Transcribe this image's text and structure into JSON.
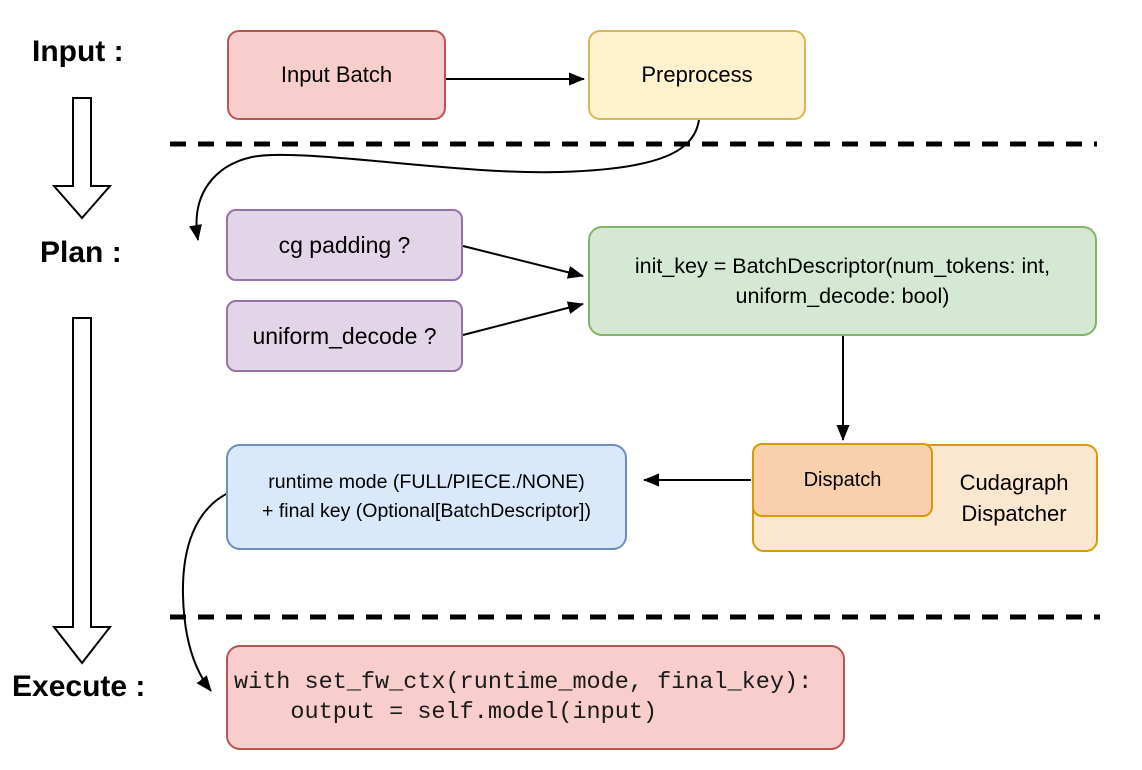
{
  "diagram": {
    "stage_labels": {
      "input": "Input :",
      "plan": "Plan :",
      "execute": "Execute :"
    },
    "nodes": {
      "input_batch": {
        "label": "Input Batch"
      },
      "preprocess": {
        "label": "Preprocess"
      },
      "cg_padding": {
        "label": "cg padding ?"
      },
      "uniform_decode": {
        "label": "uniform_decode ?"
      },
      "init_key": {
        "line1": "init_key = BatchDescriptor(num_tokens: int,",
        "line2": "uniform_decode: bool)"
      },
      "dispatch": {
        "label": "Dispatch"
      },
      "cudagraph_dispatcher": {
        "line1": "Cudagraph",
        "line2": "Dispatcher"
      },
      "runtime_mode": {
        "line1": "runtime mode (FULL/PIECE./NONE)",
        "line2": "+ final key (Optional[BatchDescriptor])"
      },
      "execute_code": {
        "line1": "with set_fw_ctx(runtime_mode, final_key):",
        "line2": "    output = self.model(input)"
      }
    },
    "colors": {
      "red_fill": "#F8CECC",
      "red_stroke": "#B85450",
      "yellow_fill": "#FFF2CC",
      "yellow_stroke": "#D6B656",
      "purple_fill": "#E1D5E7",
      "purple_stroke": "#9673A6",
      "green_fill": "#D5E8D4",
      "green_stroke": "#82B366",
      "blue_fill": "#DAE8FC",
      "blue_stroke": "#6C8EBF",
      "orange_outer_fill": "#FBE7D0",
      "orange_inner_fill": "#F8D0AC",
      "orange_stroke": "#D79B00",
      "connector": "#000000"
    }
  }
}
